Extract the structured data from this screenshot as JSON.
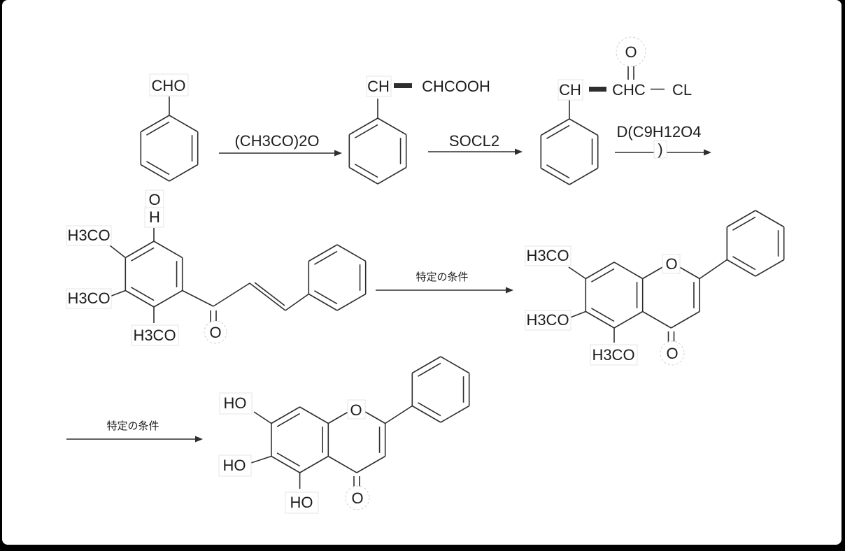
{
  "colors": {
    "bond": "#2e2e2e",
    "text": "#1c1c1c",
    "frame": "#000000",
    "label_box_border": "#e4e4e4",
    "dashed_circle": "#cfcfcf"
  },
  "row1": {
    "mol1": {
      "cho": "CHO"
    },
    "arrow1": {
      "reagent": "(CH3CO)2O"
    },
    "mol2": {
      "ch": "CH",
      "chain": "CHCOOH"
    },
    "arrow2": {
      "reagent": "SOCL2"
    },
    "mol3": {
      "ch": "CH",
      "chain": "CHC",
      "cl": "CL",
      "carbonyl_o": "O"
    },
    "arrow3": {
      "reagent_line1": "D(C9H12O4",
      "reagent_line2": ")"
    }
  },
  "row2": {
    "mol4": {
      "phenol_o": "O",
      "phenol_h": "H",
      "methoxy_top": "H3CO",
      "methoxy_mid": "H3CO",
      "methoxy_bottom": "H3CO",
      "carbonyl_o": "O"
    },
    "arrow4": {
      "condition": "特定の条件"
    },
    "mol5": {
      "methoxy_top": "H3CO",
      "methoxy_mid": "H3CO",
      "methoxy_bottom": "H3CO",
      "ring_o": "O",
      "carbonyl_o": "O"
    }
  },
  "row3": {
    "arrow5": {
      "condition": "特定の条件"
    },
    "mol6": {
      "hydroxy_top": "HO",
      "hydroxy_mid": "HO",
      "hydroxy_bottom": "HO",
      "ring_o": "O",
      "carbonyl_o": "O"
    }
  }
}
